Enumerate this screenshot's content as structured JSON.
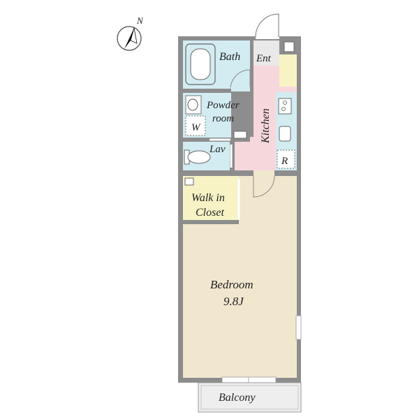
{
  "compass": {
    "north_label": "N"
  },
  "rooms": {
    "bath": "Bath",
    "entrance": "Ent",
    "powder_room_line1": "Powder",
    "powder_room_line2": "room",
    "washer": "W",
    "lavatory": "Lav",
    "kitchen": "Kitchen",
    "refrigerator": "R",
    "closet_line1": "Walk in",
    "closet_line2": "Closet",
    "bedroom": "Bedroom",
    "bedroom_size": "9.8J",
    "balcony": "Balcony"
  },
  "colors": {
    "wet_area": "#d2ecf2",
    "kitchen_floor": "#f6d8dc",
    "closet_floor": "#f8f3c5",
    "bedroom_floor": "#f1e7cf",
    "entrance_floor": "#e9e9e9",
    "balcony_floor": "#eeeeee",
    "wall": "#8d8d8d"
  }
}
